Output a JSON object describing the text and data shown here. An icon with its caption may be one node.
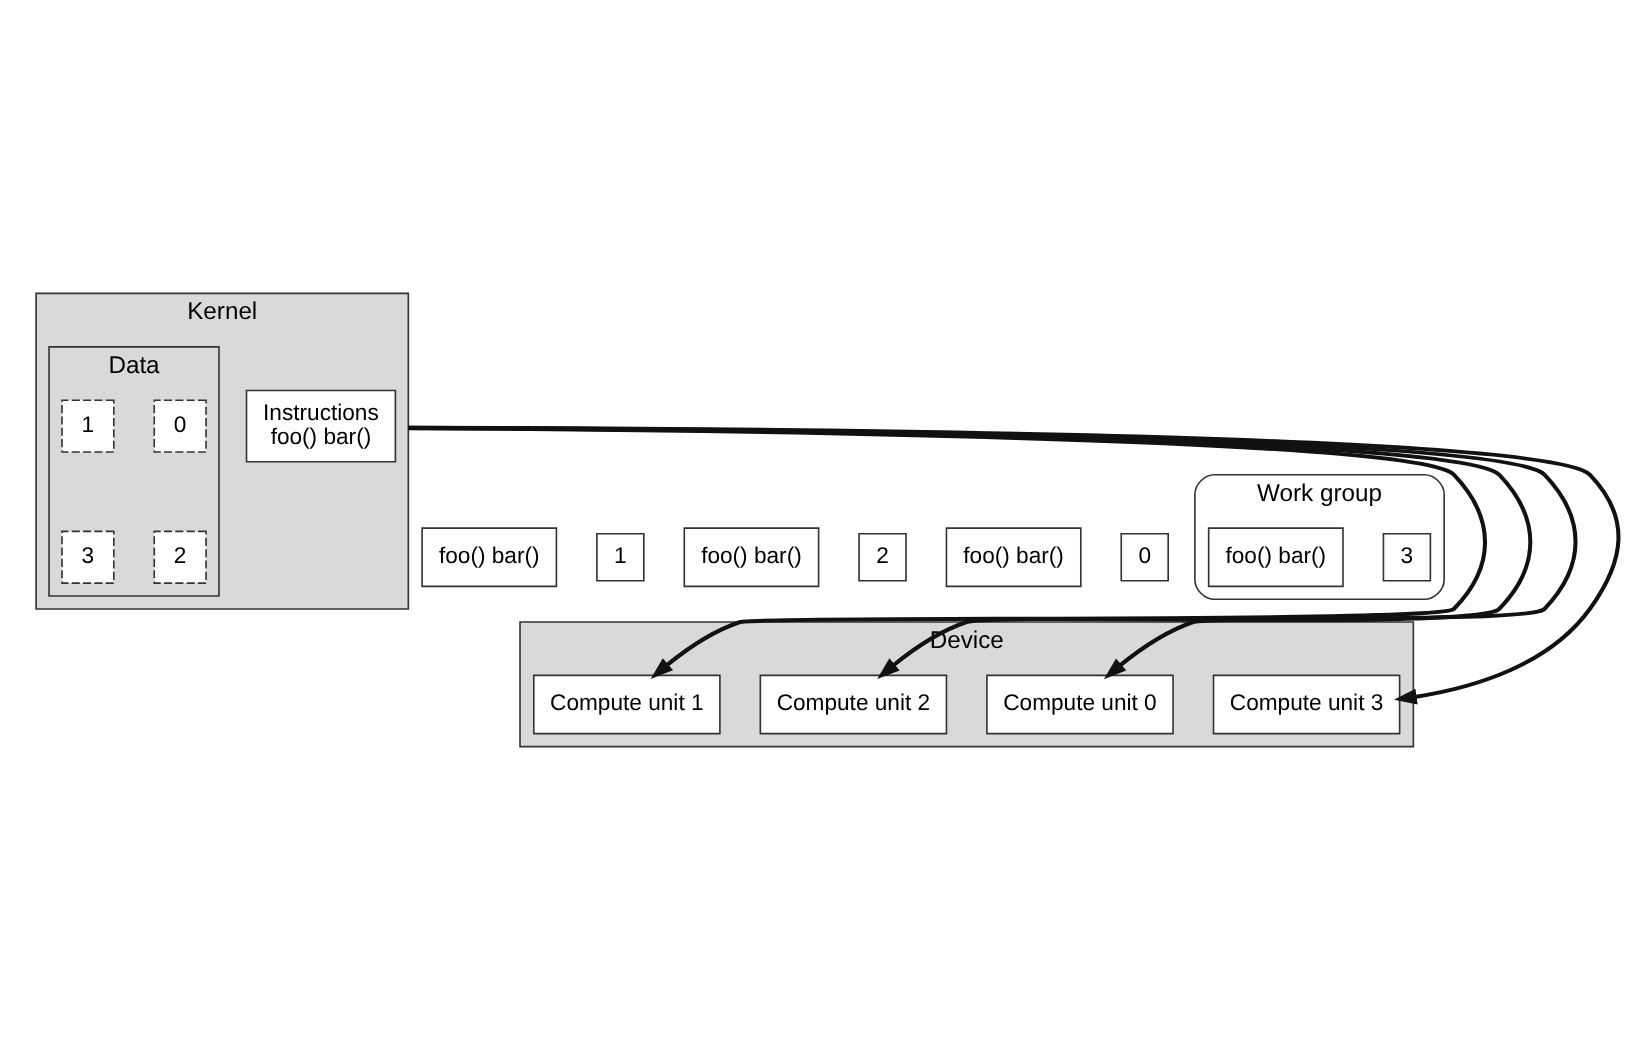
{
  "diagram": {
    "nodes": [
      {
        "text": [
          "Kernel"
        ]
      },
      {
        "text": [
          "Instructions",
          "foo() bar()"
        ],
        "in": 0
      },
      {
        "text": [
          "Data"
        ],
        "in": 0
      },
      {
        "text": [
          "0"
        ],
        "in": 2
      },
      {
        "text": [
          "1"
        ],
        "in": 2
      },
      {
        "text": [
          "2"
        ],
        "in": 2
      },
      {
        "text": [
          "3"
        ],
        "in": 2
      },
      {
        "text": [
          "foo() bar()"
        ]
      },
      {
        "text": [
          "0"
        ]
      },
      {
        "text": [
          "foo() bar()"
        ]
      },
      {
        "text": [
          "1"
        ]
      },
      {
        "text": [
          "foo() bar()"
        ]
      },
      {
        "text": [
          "2"
        ]
      },
      {
        "text": [
          "Work group"
        ]
      },
      {
        "text": [
          "foo() bar()"
        ],
        "in": 13
      },
      {
        "text": [
          "3"
        ],
        "in": 13
      },
      {
        "text": [
          "Device"
        ]
      },
      {
        "text": [
          "Compute unit 0"
        ],
        "in": 16
      },
      {
        "text": [
          "Compute unit 1"
        ],
        "in": 16
      },
      {
        "text": [
          "Compute unit 2"
        ],
        "in": 16
      },
      {
        "text": [
          "Compute unit 3"
        ],
        "in": 16
      }
    ],
    "edges": [
      {
        "from": 0,
        "to": 17,
        "arrow": "to"
      },
      {
        "from": 0,
        "to": 18,
        "arrow": "to"
      },
      {
        "from": 0,
        "to": 19,
        "arrow": "to"
      },
      {
        "from": 0,
        "to": 20,
        "arrow": "to"
      }
    ]
  }
}
